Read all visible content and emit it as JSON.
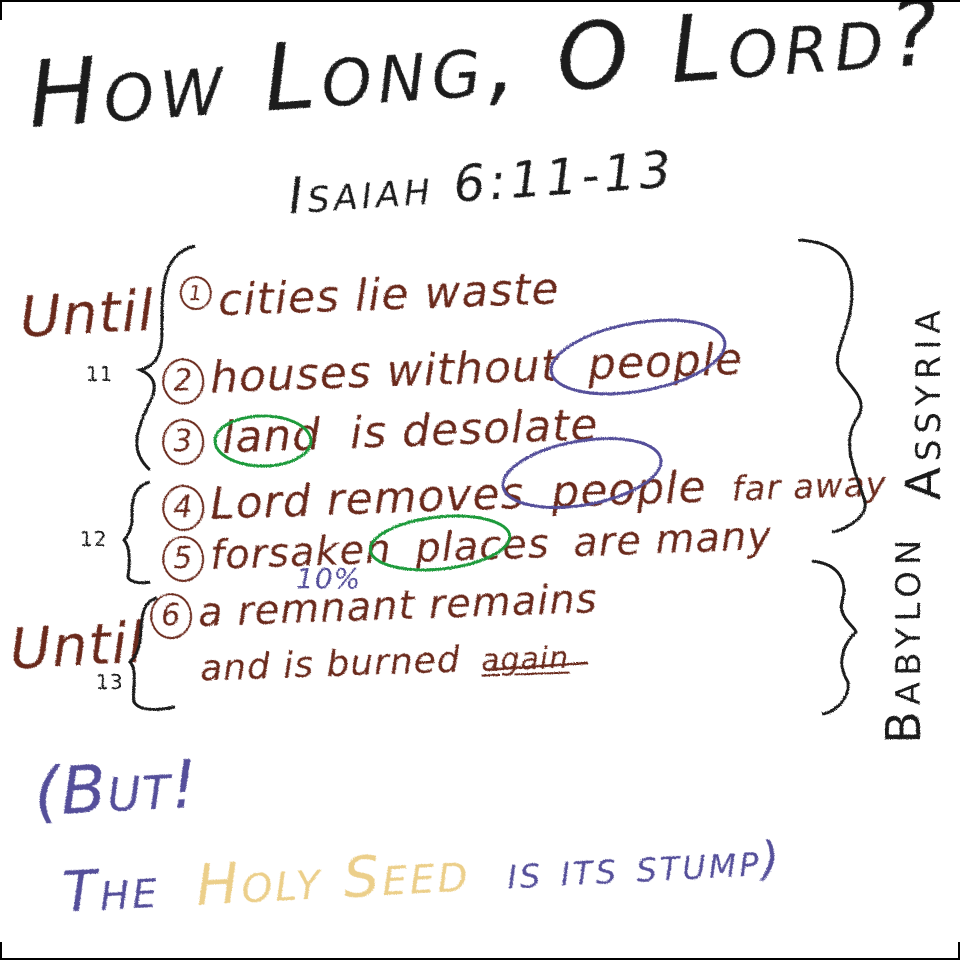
{
  "title": "How Long, O Lord?",
  "subtitle": "Isaiah 6:11-13",
  "colors": {
    "ink_black": "#1a1a1a",
    "ink_brown": "#6b2a1e",
    "ink_purple": "#55509a",
    "ink_green": "#1f9a3a",
    "ink_gold": "#eccf8a"
  },
  "groups": [
    {
      "label": "Until",
      "verse": "11",
      "items": [
        {
          "number": "1",
          "text": "cities lie waste"
        },
        {
          "number": "2",
          "text_before": "houses without",
          "circled": "people",
          "circle_color": "purple"
        },
        {
          "number": "3",
          "circled": "land",
          "circle_color": "green",
          "text_after": "is desolate"
        }
      ]
    },
    {
      "label": "",
      "verse": "12",
      "items": [
        {
          "number": "4",
          "text_before": "Lord removes",
          "circled": "people",
          "circle_color": "purple",
          "text_after": "far away"
        },
        {
          "number": "5",
          "text_before": "forsaken",
          "circled": "places",
          "circle_color": "green",
          "text_after": "are many"
        }
      ]
    },
    {
      "label": "Until",
      "verse": "13",
      "items": [
        {
          "number": "6",
          "text": "a remnant remains",
          "annotation": "10%"
        },
        {
          "text_before": "and is burned",
          "underlined": "again"
        }
      ]
    }
  ],
  "side_labels": [
    {
      "text": "Assyria",
      "covers_items": [
        "1",
        "2",
        "3",
        "4",
        "5"
      ]
    },
    {
      "text": "Babylon",
      "covers_items": [
        "6"
      ]
    }
  ],
  "footer": {
    "line1": "(But!",
    "line2_prefix": "The",
    "line2_highlight": "Holy Seed",
    "line2_suffix": "is its stump)"
  }
}
